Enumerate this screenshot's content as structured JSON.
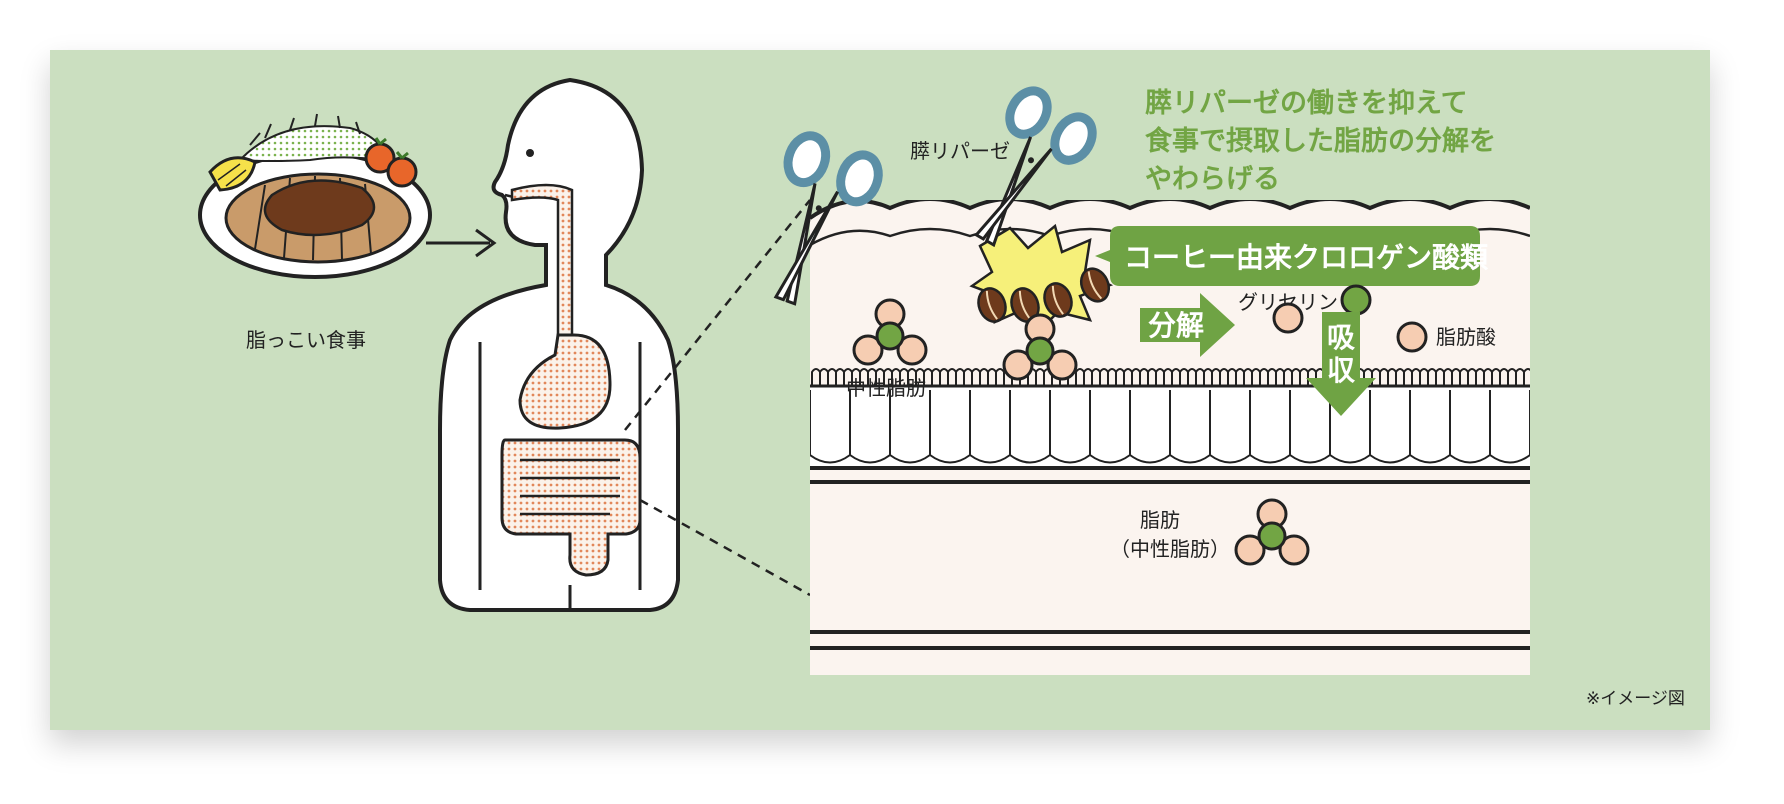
{
  "labels": {
    "food": "脂っこい食事",
    "lipase": "膵リパーゼ",
    "headline": [
      "膵リパーゼの働きを抑えて",
      "食事で摂取した脂肪の分解を",
      "やわらげる"
    ],
    "chlorogenic": "コーヒー由来クロロゲン酸類",
    "glycerin": "グリセリン",
    "neutral_fat": "中性脂肪",
    "decompose": "分解",
    "fatty_acid": "脂肪酸",
    "absorb": [
      "吸",
      "収"
    ],
    "fat": "脂肪",
    "fat_paren": "（中性脂肪）",
    "note": "※イメージ図"
  },
  "colors": {
    "background": "#cbdfc0",
    "accent_green": "#72a544",
    "banner_green": "#6fa344",
    "molecule_pink": "#f6cdb2",
    "molecule_green": "#72a544",
    "intestine_bg": "#fbf4ef",
    "organ_orange": "#e2875a",
    "scissors_blue": "#5c8fa6",
    "coffee_brown": "#6e3a1c",
    "burst_yellow": "#f6f07a"
  },
  "icons": [
    "food-plate-icon",
    "arrow-right-icon",
    "human-body-icon",
    "scissors-icon",
    "coffee-bean-icon",
    "molecule-icon",
    "down-arrow-icon"
  ]
}
